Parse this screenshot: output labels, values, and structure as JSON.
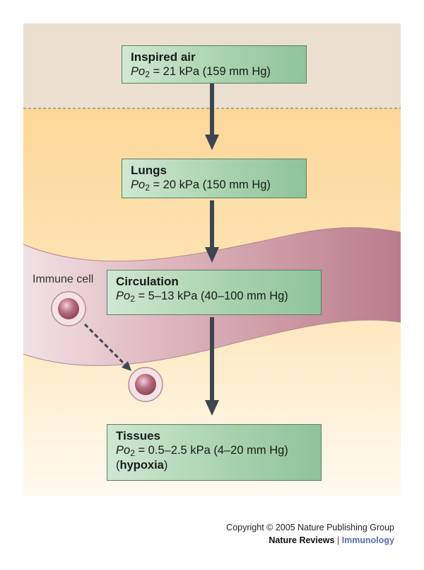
{
  "boxes": {
    "inspired": {
      "title": "Inspired air",
      "po_prefix": "Po",
      "po_sub": "2",
      "po_value": " = 21 kPa (159 mm Hg)"
    },
    "lungs": {
      "title": "Lungs",
      "po_prefix": "Po",
      "po_sub": "2",
      "po_value": " = 20 kPa (150 mm Hg)"
    },
    "circulation": {
      "title": "Circulation",
      "po_prefix": "Po",
      "po_sub": "2",
      "po_value": " = 5–13 kPa (40–100 mm Hg)"
    },
    "tissues": {
      "title": "Tissues",
      "po_prefix": "Po",
      "po_sub": "2",
      "po_value": " = 0.5–2.5 kPa (4–20 mm Hg)",
      "note_open": "(",
      "note_bold": "hypoxia",
      "note_close": ")"
    }
  },
  "immune_cell_label": "Immune cell",
  "credit": {
    "copyright": "Copyright © 2005 Nature Publishing Group",
    "publisher": "Nature Reviews",
    "separator": " | ",
    "journal": "Immunology"
  },
  "colors": {
    "air_band": "#eadfd0",
    "tissue_band": "#fbd38a",
    "vessel": "#c48b99",
    "box_fill": "#a9d3b0",
    "box_border": "#5a7f62",
    "arrow": "#3c4650",
    "cell": "#a85c6f"
  },
  "icons": [
    "solid-down-arrow-icon",
    "dashed-arrow-icon",
    "immune-cell-icon"
  ]
}
